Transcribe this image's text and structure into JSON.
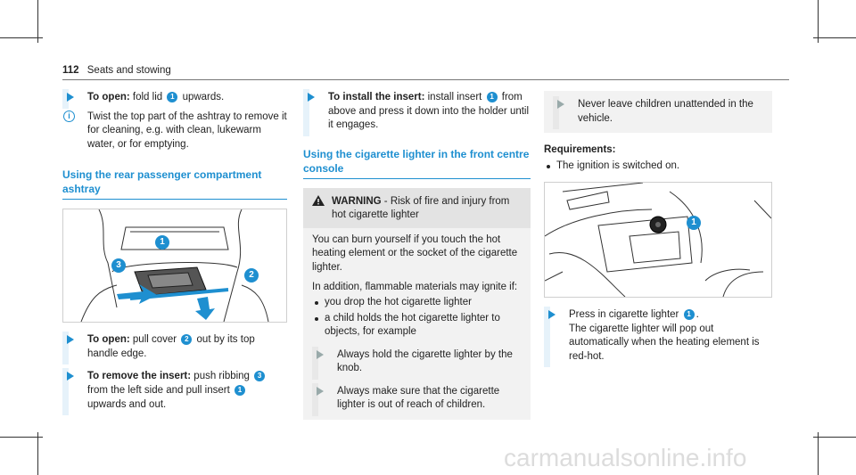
{
  "header": {
    "page_number": "112",
    "section": "Seats and stowing"
  },
  "col1": {
    "step_open_lid_label": "To open:",
    "step_open_lid_pre": "fold lid",
    "step_open_lid_callout": "1",
    "step_open_lid_post": "upwards.",
    "note_text": "Twist the top part of the ashtray to remove it for cleaning, e.g. with clean, lukewarm water, or for emptying.",
    "heading": "Using the rear passenger compartment ashtray",
    "figure_callouts": [
      "1",
      "2",
      "3"
    ],
    "step_open_cover_label": "To open:",
    "step_open_cover_pre": "pull cover",
    "step_open_cover_callout": "2",
    "step_open_cover_post": "out by its top handle edge.",
    "step_remove_label": "To remove the insert:",
    "step_remove_pre": "push ribbing",
    "step_remove_callout_a": "3",
    "step_remove_mid": "from the left side and pull insert",
    "step_remove_callout_b": "1",
    "step_remove_post": "upwards and out."
  },
  "col2": {
    "step_install_label": "To install the insert:",
    "step_install_pre": "install insert",
    "step_install_callout": "1",
    "step_install_post": "from above and press it down into the holder until it engages.",
    "heading": "Using the cigarette lighter in the front centre console",
    "warning_label": "WARNING",
    "warning_title": "- Risk of fire and injury from hot cigarette lighter",
    "warning_p1": "You can burn yourself if you touch the hot heating element or the socket of the cigarette lighter.",
    "warning_p2": "In addition, flammable materials may ignite if:",
    "warning_bullets": [
      "you drop the hot cigarette lighter",
      "a child holds the hot cigarette lighter to objects, for example"
    ],
    "warning_step1": "Always hold the cigarette lighter by the knob.",
    "warning_step2": "Always make sure that the cigarette lighter is out of reach of children."
  },
  "col3": {
    "info_step": "Never leave children unattended in the vehicle.",
    "requirements_label": "Requirements:",
    "requirement_1": "The ignition is switched on.",
    "figure_callout": "1",
    "step_press_pre": "Press in cigarette lighter",
    "step_press_callout": "1",
    "step_press_post": "The cigarette lighter will pop out automatically when the heating element is red-hot."
  },
  "colors": {
    "accent": "#1e8fd0",
    "highlight_bar": "#e6f2fa",
    "warning_bg": "#f2f2f2",
    "warning_head_bg": "#e3e3e3"
  },
  "watermark": "carmanualsonline.info"
}
